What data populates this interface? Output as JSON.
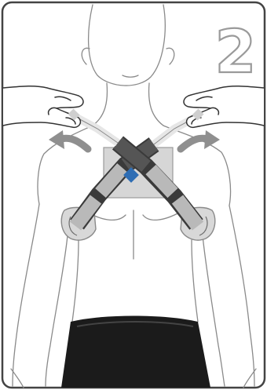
{
  "step": {
    "number": "2"
  },
  "colors": {
    "frame": "#444444",
    "outline": "#8a8a8a",
    "strap_light": "#b9b9b9",
    "strap_mid": "#777777",
    "strap_dark": "#3a3a3a",
    "pad": "#d8d8d8",
    "arrow": "#8f8f8f",
    "accent": "#2e6db4",
    "shorts": "#1b1b1b"
  },
  "icons": {
    "left_arrow": "curved-arrow-up-left",
    "right_arrow": "curved-arrow-up-right"
  }
}
